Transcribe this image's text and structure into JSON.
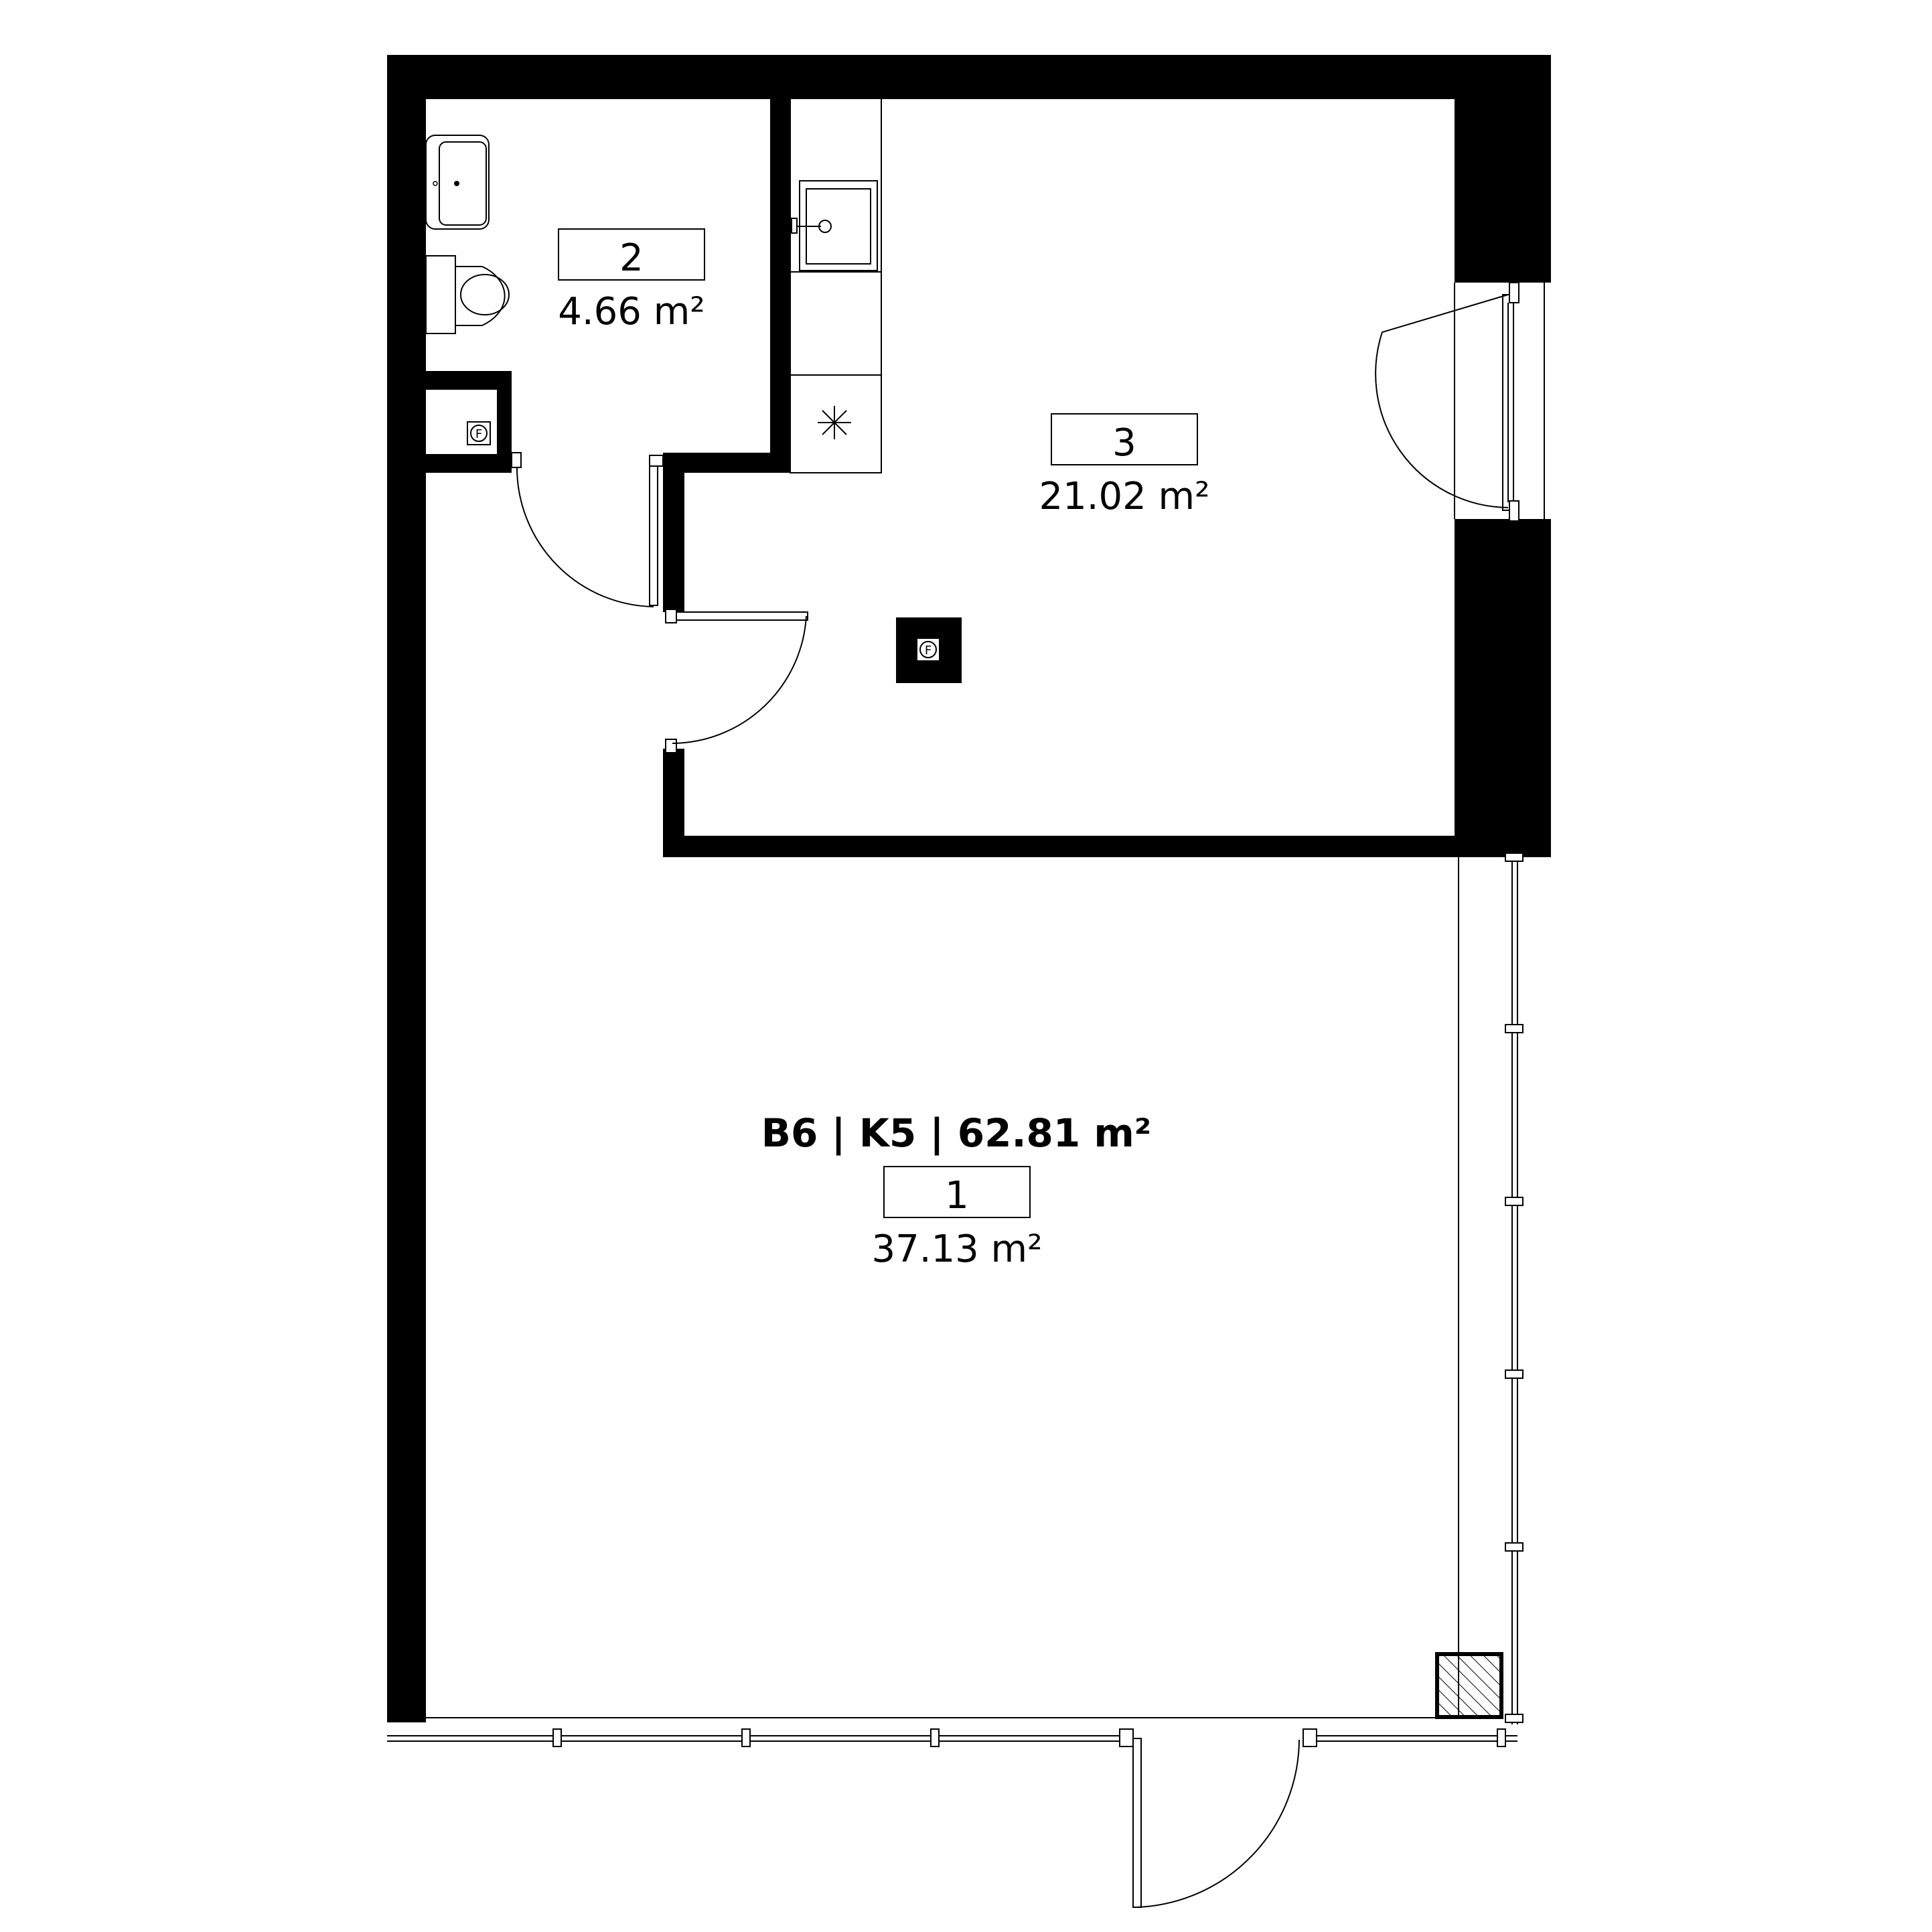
{
  "plan": {
    "title": "B6 | K5 | 62.81 m²",
    "rooms": [
      {
        "number": "1",
        "area": "37.13 m²"
      },
      {
        "number": "2",
        "area": "4.66 m²"
      },
      {
        "number": "3",
        "area": "21.02 m²"
      }
    ],
    "fuse_symbol": "F",
    "wall_color": "#000000",
    "background_color": "#ffffff"
  }
}
